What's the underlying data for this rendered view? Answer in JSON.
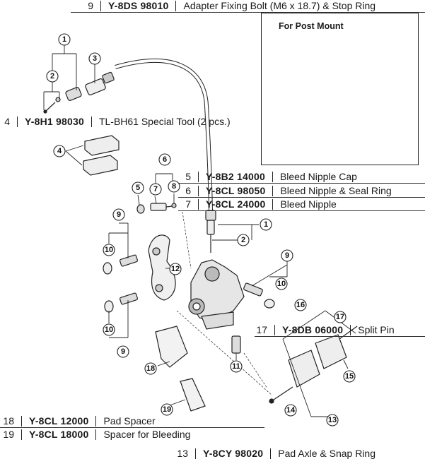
{
  "inset": {
    "title": "For Post Mount"
  },
  "parts": [
    {
      "num": "9",
      "code": "Y-8DS 98010",
      "desc": "Adapter Fixing Bolt (M6 x 18.7) & Stop Ring"
    },
    {
      "num": "4",
      "code": "Y-8H1 98030",
      "desc": "TL-BH61 Special Tool (2 pcs.)"
    },
    {
      "num": "5",
      "code": "Y-8B2 14000",
      "desc": "Bleed Nipple Cap"
    },
    {
      "num": "6",
      "code": "Y-8CL 98050",
      "desc": "Bleed Nipple & Seal Ring"
    },
    {
      "num": "7",
      "code": "Y-8CL 24000",
      "desc": "Bleed Nipple"
    },
    {
      "num": "17",
      "code": "Y-8DB 06000",
      "desc": "Split Pin"
    },
    {
      "num": "18",
      "code": "Y-8CL 12000",
      "desc": "Pad Spacer"
    },
    {
      "num": "19",
      "code": "Y-8CL 18000",
      "desc": "Spacer for Bleeding"
    },
    {
      "num": "13",
      "code": "Y-8CY 98020",
      "desc": "Pad Axle & Snap Ring"
    }
  ],
  "callouts": [
    "1",
    "2",
    "3",
    "4",
    "5",
    "6",
    "7",
    "8",
    "9",
    "10",
    "11",
    "12",
    "13",
    "14",
    "15",
    "16",
    "17",
    "18",
    "19"
  ]
}
